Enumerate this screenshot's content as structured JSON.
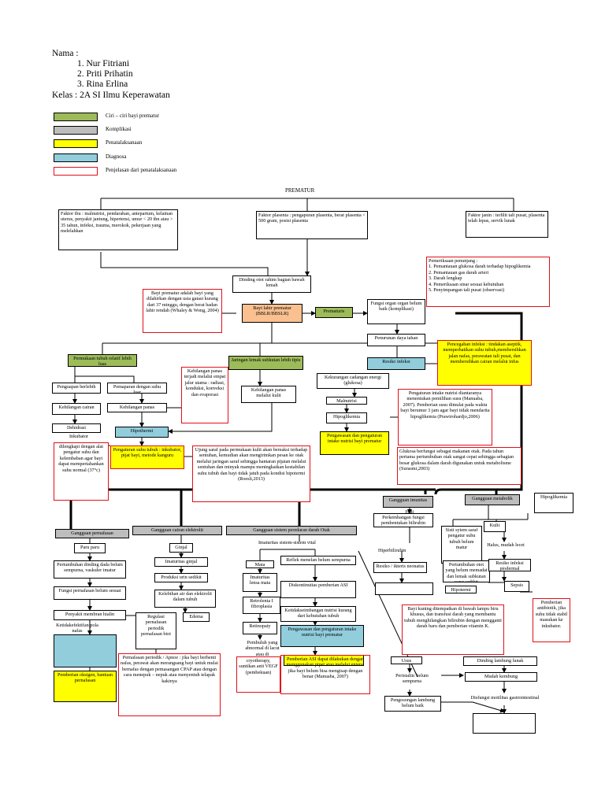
{
  "header": {
    "nama_label": "Nama  :",
    "members": [
      "1.  Nur Fitriani",
      "2.  Priti Prihatin",
      "3.  Rina Erlina"
    ],
    "kelas": "Kelas  : 2A SI Ilmu Keperawatan"
  },
  "legend": [
    {
      "label": "Ciri – ciri bayi prematur",
      "color": "#9cbc59"
    },
    {
      "label": "Komplikasi",
      "color": "#bdbdbd"
    },
    {
      "label": "Penatalaksanaan",
      "color": "#ffff00"
    },
    {
      "label": "Diagnosa",
      "color": "#92cddc"
    },
    {
      "label": "Penjelasan dari penatalaksanaan",
      "color": "#ffffff"
    }
  ],
  "title": "PREMATUR",
  "nodes": {
    "faktor_ibu": "Faktor ibu : malnutrisi, pendarahan, antepartum, kelainan uterus, penyakit jantung, hipertensi, umur < 20 thn  atau > 35 tahun, infeksi, trauma, merokok, pekerjaan yang melelahkan",
    "faktor_plasenta": "Faktor plasenta : pengapuran plasenta, berat plasenta < 500 gram, posisi plasenta",
    "faktor_janin": "Faktor janin : terlilit tali pusat, plasenta telah lepas, servik lunak",
    "pemeriksaan": "Pemeriksaan penunjang :\n1.  Pemantauan glukosa darah terhadap hipoglikemia\n2.  Pemantauan gas darah arteri\n3.  Darah lengkap\n4.  Pemeriksaan sinar sesuai kebutuhan\n5.  Penyimpangan tali pusat (observasi)",
    "dinding": "Dinding otot rahim bagian bawah lemah",
    "bayi_def": "Bayi prematur adalah bayi yang dilahirkan dengan usia gatasi kurang dari 37 minggu, dengan berat badan lahir rendah (Whaley & Wong, 2004)",
    "bblr": "Bayi lahir prematur (BBLR/BBSLR)",
    "prematuris": "Prematuris",
    "fungsi_organ": "Fungsi organ organ belum baik (komplikasi)",
    "penurunan": "Penurunan daya tahan",
    "pencegahan": "Pencegahan infeksi : tindakan aseptik, memperhatikan suhu tubuh,membersihkan jalan nafas, perawatan tali pusat, dan membersihkan cairan melalui infus",
    "resiko_infeksi": "Resiko infeksi",
    "permukaan": "Permukaan tubuh relatif lebih luas",
    "jaringan": "Jaringan lemak subkutan lebih tipis",
    "kehilangan_panas_red": "Kehilangan panas terjadi melalui empat jalur utama : radiasi, konduksi, konveksi dan evaporasi",
    "penguapan": "Penguapan berlebih",
    "pemaparan": "Pemaparan dengan suhu luar",
    "kehilangan_cairan": "Kehilangan cairan",
    "kehilangan_panas": "Kehilangan panas",
    "dehidrasi": "Dehidrasi",
    "hipothermi": "Hipothermi",
    "kehilangan_kulit": "Kehilangan panas melalui kulit",
    "kekurangan": "Kekurangan cadangan energi (glukosa)",
    "malnutrisi": "Malnutrisi",
    "hipoglikemia": "Hipoglikemia",
    "pengaturan_intake_red": "Pengaturan intake nutrisi diantaranya menentukan pemilihan susu (Manuaba, 2007). Pemberian susu dimulai pada waktu bayi berumur 3 jam agar bayi tidak mendarita hipoglikemia (Prawirohardjo,2006)",
    "pengawasan": "Pengawasan dan pengaturan intake nutrisi bayi prematur",
    "glukosa": "Glukosa berfungsi sebagai makanan otak. Pada tahun pertama pertumbuhan otak sangat cepat sehingga sebagian besar glukosa dalam darah digunakan untuk metabolisme (Surasmi,2003)",
    "inkubator_red": "dilengkapi dengan alat pengatur suhu dan kelembaban agar bayi dapat mempertahankan suhu normal (37°c)",
    "inkubator_label": "Inkubator",
    "pengaturan_suhu": "Pengaturan suhu tubuh : inkubator, pijat bayi, metode kanguru",
    "ujung_saraf": "Ujung saraf pada permukaan kulit akan bereaksi terhadap sentuhan, kemudian akan mengirimkan pesan ke otak melalui jaringan saraf sehingga hantaran pijatan melalui sentuhan dan minyak mampu meningkatkan kestabilan suhu tubuh dan bayi tidak jatuh pada kondisi hipotermi (Roesli,2013)",
    "g_pernafasan": "Gangguan pernafasan",
    "g_cairan": "Gangguan cairan elektrolit",
    "g_saraf": "Gangguan sistem peredaran darah Otak",
    "g_imunitas": "Gangguan imunitas",
    "g_metabolik": "Gangguan metabolik",
    "paru": "Paru paru",
    "pertumbuhan_dinding": "Pertumbuhan dinding dada belum sempurna, vaskuler imatur",
    "fungsi_pernafasan": "Fungsi pernafasan belum sesuai",
    "penyakit_membran": "Penyakit membran hialin",
    "ketidakefektifan": "Ketidakefektifan pola nafas",
    "regulasi": "Regulasi pernafasan periodik pernafasan biot",
    "pemberian_oksigen": "Pemberian oksigen, bantuan pernafasan",
    "pernafasan_periodik": "Pernafasan periodik / Apnoe : jika bayi berhenti nafas,  perawat akan merangsang bayi untuk mulai bernafas dengan pemasangan CPAP atau dengan cara menepuk – nepuk atau menyentuh telapak kakinya",
    "ginjal": "Ginjal",
    "imaturitas_ginjal": "Imaturitas ginjal",
    "produksi_urin": "Produksi urin sedikit",
    "kelebihan_air": "Kelebihan air dan elektrolit dalam tubuh",
    "edema": "Edema",
    "imaturitas_saraf": "Imaturitas sistem-sistem vital",
    "mata": "Mata",
    "imaturitas_lensa": "Imaturitas lensa mata",
    "retrolenta": "Retrolenta I fibroplasia",
    "retinopaty": "Retinopaty",
    "pembuluh": "Pembuluh yang abnormal di lacut atau di",
    "cryotherapy": "cryotherapy, suntikan anti VEGF (pembekuan)",
    "refleks": "Reflek menelan belum sempurna",
    "diskontinuitas": "Diskontinuitas pemberian ASI",
    "ketidakseimbangan": "Ketidakseimbangan nutrisi kurang dari kebutuhan tubuh",
    "pengawasan2": "Pengawasan dan pengaturan intake nutrisi bayi prematur",
    "pemberian_asi": "Pemberian ASI dapat dilakukan dengan menggunakan pipet atau melalui enteral jika bayi belum bisa mengisap dengan benar (Manuaba, 2007)",
    "hati": "Hati",
    "perkembangan_hati": "Perkembangan fungsi pembentukan bilirubin belum baik",
    "hiperbilirubin": "Hiperbilirubin",
    "resiko_ikterik": "Resiko / ikteris neonatus",
    "bayi_kuning": "Bayi kuning ditempatkan di bawah lampu biru khusus, dan transfusi darah yang membantu tubuh menghilangkan bilirubin dengan mengganti darah baru dan pemberian vitamin K.",
    "hipoglikemia_kanan": "Hipoglikemia",
    "sistem_saraf": "Sisti sytem saraf pengatur suhu tubuh belum matur",
    "kulit": "Kulit",
    "halus": "Halus, mudah lecet",
    "pertumbuhan_otot": "Pertumbuhan otot yang belum memadai dan lemak subkutan yang sedikit",
    "hipotermi_kanan": "Hipotermi",
    "resiko_infeksi_kanan": "Resiko infeksi piodermal",
    "sepsis": "Sepsis",
    "pemberian_antibiotik": "Pemberian antibiotik, jika suhu tidak stabil masukan ke inkubator.",
    "usus": "Usus",
    "peristaltic": "Peristaltic belum sempurna",
    "pengosongan": "Pengosongan lambung belum baik",
    "dinding_lambung": "Dinding lambung lunak",
    "mudah_kembung": "Mudah kembung",
    "disfungsi": "Disfungsi motilitas gastrointestinal"
  }
}
